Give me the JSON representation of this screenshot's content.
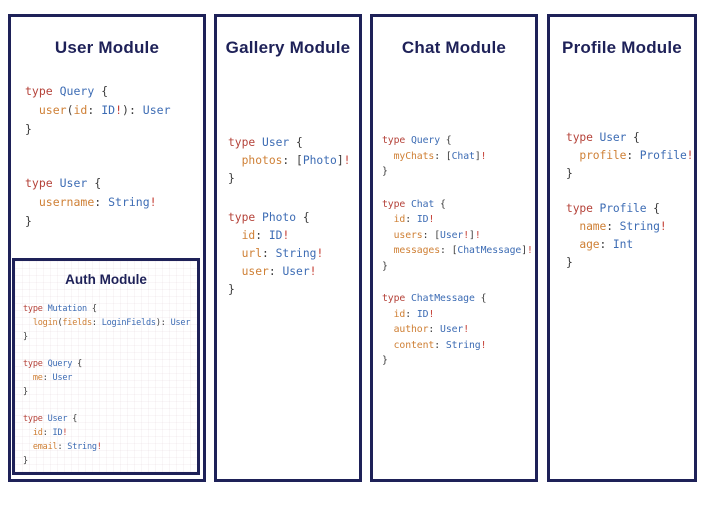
{
  "colors": {
    "panel_border": "#1e2158",
    "title_text": "#1e2158",
    "code_keyword": "#b5433a",
    "code_type": "#3d6cb4",
    "code_field": "#cf8036",
    "code_punct": "#3b3b3b",
    "code_bang": "#c43d33"
  },
  "panels": [
    {
      "title": "User Module",
      "blocks": [
        {
          "lines": [
            [
              [
                "kw",
                "type "
              ],
              [
                "ty",
                "Query "
              ],
              [
                "pn",
                "{"
              ]
            ],
            [
              [
                "pn",
                "  "
              ],
              [
                "fd",
                "user"
              ],
              [
                "pn",
                "("
              ],
              [
                "fd",
                "id"
              ],
              [
                "pn",
                ": "
              ],
              [
                "ty",
                "ID"
              ],
              [
                "bg",
                "!"
              ],
              [
                "pn",
                "): "
              ],
              [
                "ty",
                "User"
              ]
            ],
            [
              [
                "pn",
                "}"
              ]
            ]
          ]
        },
        {
          "lines": [
            [
              [
                "kw",
                "type "
              ],
              [
                "ty",
                "User "
              ],
              [
                "pn",
                "{"
              ]
            ],
            [
              [
                "pn",
                "  "
              ],
              [
                "fd",
                "username"
              ],
              [
                "pn",
                ": "
              ],
              [
                "ty",
                "String"
              ],
              [
                "bg",
                "!"
              ]
            ],
            [
              [
                "pn",
                "}"
              ]
            ]
          ]
        }
      ],
      "subpanel": {
        "title": "Auth Module",
        "blocks": [
          {
            "lines": [
              [
                [
                  "kw",
                  "type "
                ],
                [
                  "ty",
                  "Mutation "
                ],
                [
                  "pn",
                  "{"
                ]
              ],
              [
                [
                  "pn",
                  "  "
                ],
                [
                  "fd",
                  "login"
                ],
                [
                  "pn",
                  "("
                ],
                [
                  "fd",
                  "fields"
                ],
                [
                  "pn",
                  ": "
                ],
                [
                  "ty",
                  "LoginFields"
                ],
                [
                  "pn",
                  "): "
                ],
                [
                  "ty",
                  "User"
                ]
              ],
              [
                [
                  "pn",
                  "}"
                ]
              ]
            ]
          },
          {
            "lines": [
              [
                [
                  "kw",
                  "type "
                ],
                [
                  "ty",
                  "Query "
                ],
                [
                  "pn",
                  "{"
                ]
              ],
              [
                [
                  "pn",
                  "  "
                ],
                [
                  "fd",
                  "me"
                ],
                [
                  "pn",
                  ": "
                ],
                [
                  "ty",
                  "User"
                ]
              ],
              [
                [
                  "pn",
                  "}"
                ]
              ]
            ]
          },
          {
            "lines": [
              [
                [
                  "kw",
                  "type "
                ],
                [
                  "ty",
                  "User "
                ],
                [
                  "pn",
                  "{"
                ]
              ],
              [
                [
                  "pn",
                  "  "
                ],
                [
                  "fd",
                  "id"
                ],
                [
                  "pn",
                  ": "
                ],
                [
                  "ty",
                  "ID"
                ],
                [
                  "bg",
                  "!"
                ]
              ],
              [
                [
                  "pn",
                  "  "
                ],
                [
                  "fd",
                  "email"
                ],
                [
                  "pn",
                  ": "
                ],
                [
                  "ty",
                  "String"
                ],
                [
                  "bg",
                  "!"
                ]
              ],
              [
                [
                  "pn",
                  "}"
                ]
              ]
            ]
          }
        ]
      }
    },
    {
      "title": "Gallery Module",
      "blocks": [
        {
          "lines": [
            [
              [
                "kw",
                "type "
              ],
              [
                "ty",
                "User "
              ],
              [
                "pn",
                "{"
              ]
            ],
            [
              [
                "pn",
                "  "
              ],
              [
                "fd",
                "photos"
              ],
              [
                "pn",
                ": ["
              ],
              [
                "ty",
                "Photo"
              ],
              [
                "pn",
                "]"
              ],
              [
                "bg",
                "!"
              ]
            ],
            [
              [
                "pn",
                "}"
              ]
            ]
          ]
        },
        {
          "lines": [
            [
              [
                "kw",
                "type "
              ],
              [
                "ty",
                "Photo "
              ],
              [
                "pn",
                "{"
              ]
            ],
            [
              [
                "pn",
                "  "
              ],
              [
                "fd",
                "id"
              ],
              [
                "pn",
                ": "
              ],
              [
                "ty",
                "ID"
              ],
              [
                "bg",
                "!"
              ]
            ],
            [
              [
                "pn",
                "  "
              ],
              [
                "fd",
                "url"
              ],
              [
                "pn",
                ": "
              ],
              [
                "ty",
                "String"
              ],
              [
                "bg",
                "!"
              ]
            ],
            [
              [
                "pn",
                "  "
              ],
              [
                "fd",
                "user"
              ],
              [
                "pn",
                ": "
              ],
              [
                "ty",
                "User"
              ],
              [
                "bg",
                "!"
              ]
            ],
            [
              [
                "pn",
                "}"
              ]
            ]
          ]
        }
      ]
    },
    {
      "title": "Chat Module",
      "blocks": [
        {
          "lines": [
            [
              [
                "kw",
                "type "
              ],
              [
                "ty",
                "Query "
              ],
              [
                "pn",
                "{"
              ]
            ],
            [
              [
                "pn",
                "  "
              ],
              [
                "fd",
                "myChats"
              ],
              [
                "pn",
                ": ["
              ],
              [
                "ty",
                "Chat"
              ],
              [
                "pn",
                "]"
              ],
              [
                "bg",
                "!"
              ]
            ],
            [
              [
                "pn",
                "}"
              ]
            ]
          ]
        },
        {
          "lines": [
            [
              [
                "kw",
                "type "
              ],
              [
                "ty",
                "Chat "
              ],
              [
                "pn",
                "{"
              ]
            ],
            [
              [
                "pn",
                "  "
              ],
              [
                "fd",
                "id"
              ],
              [
                "pn",
                ": "
              ],
              [
                "ty",
                "ID"
              ],
              [
                "bg",
                "!"
              ]
            ],
            [
              [
                "pn",
                "  "
              ],
              [
                "fd",
                "users"
              ],
              [
                "pn",
                ": ["
              ],
              [
                "ty",
                "User"
              ],
              [
                "bg",
                "!"
              ],
              [
                "pn",
                "]"
              ],
              [
                "bg",
                "!"
              ]
            ],
            [
              [
                "pn",
                "  "
              ],
              [
                "fd",
                "messages"
              ],
              [
                "pn",
                ": ["
              ],
              [
                "ty",
                "ChatMessage"
              ],
              [
                "pn",
                "]"
              ],
              [
                "bg",
                "!"
              ]
            ],
            [
              [
                "pn",
                "}"
              ]
            ]
          ]
        },
        {
          "lines": [
            [
              [
                "kw",
                "type "
              ],
              [
                "ty",
                "ChatMessage "
              ],
              [
                "pn",
                "{"
              ]
            ],
            [
              [
                "pn",
                "  "
              ],
              [
                "fd",
                "id"
              ],
              [
                "pn",
                ": "
              ],
              [
                "ty",
                "ID"
              ],
              [
                "bg",
                "!"
              ]
            ],
            [
              [
                "pn",
                "  "
              ],
              [
                "fd",
                "author"
              ],
              [
                "pn",
                ": "
              ],
              [
                "ty",
                "User"
              ],
              [
                "bg",
                "!"
              ]
            ],
            [
              [
                "pn",
                "  "
              ],
              [
                "fd",
                "content"
              ],
              [
                "pn",
                ": "
              ],
              [
                "ty",
                "String"
              ],
              [
                "bg",
                "!"
              ]
            ],
            [
              [
                "pn",
                "}"
              ]
            ]
          ]
        }
      ]
    },
    {
      "title": "Profile Module",
      "blocks": [
        {
          "lines": [
            [
              [
                "kw",
                "type "
              ],
              [
                "ty",
                "User "
              ],
              [
                "pn",
                "{"
              ]
            ],
            [
              [
                "pn",
                "  "
              ],
              [
                "fd",
                "profile"
              ],
              [
                "pn",
                ": "
              ],
              [
                "ty",
                "Profile"
              ],
              [
                "bg",
                "!"
              ]
            ],
            [
              [
                "pn",
                "}"
              ]
            ]
          ]
        },
        {
          "lines": [
            [
              [
                "kw",
                "type "
              ],
              [
                "ty",
                "Profile "
              ],
              [
                "pn",
                "{"
              ]
            ],
            [
              [
                "pn",
                "  "
              ],
              [
                "fd",
                "name"
              ],
              [
                "pn",
                ": "
              ],
              [
                "ty",
                "String"
              ],
              [
                "bg",
                "!"
              ]
            ],
            [
              [
                "pn",
                "  "
              ],
              [
                "fd",
                "age"
              ],
              [
                "pn",
                ": "
              ],
              [
                "ty",
                "Int"
              ]
            ],
            [
              [
                "pn",
                "}"
              ]
            ]
          ]
        }
      ]
    }
  ]
}
